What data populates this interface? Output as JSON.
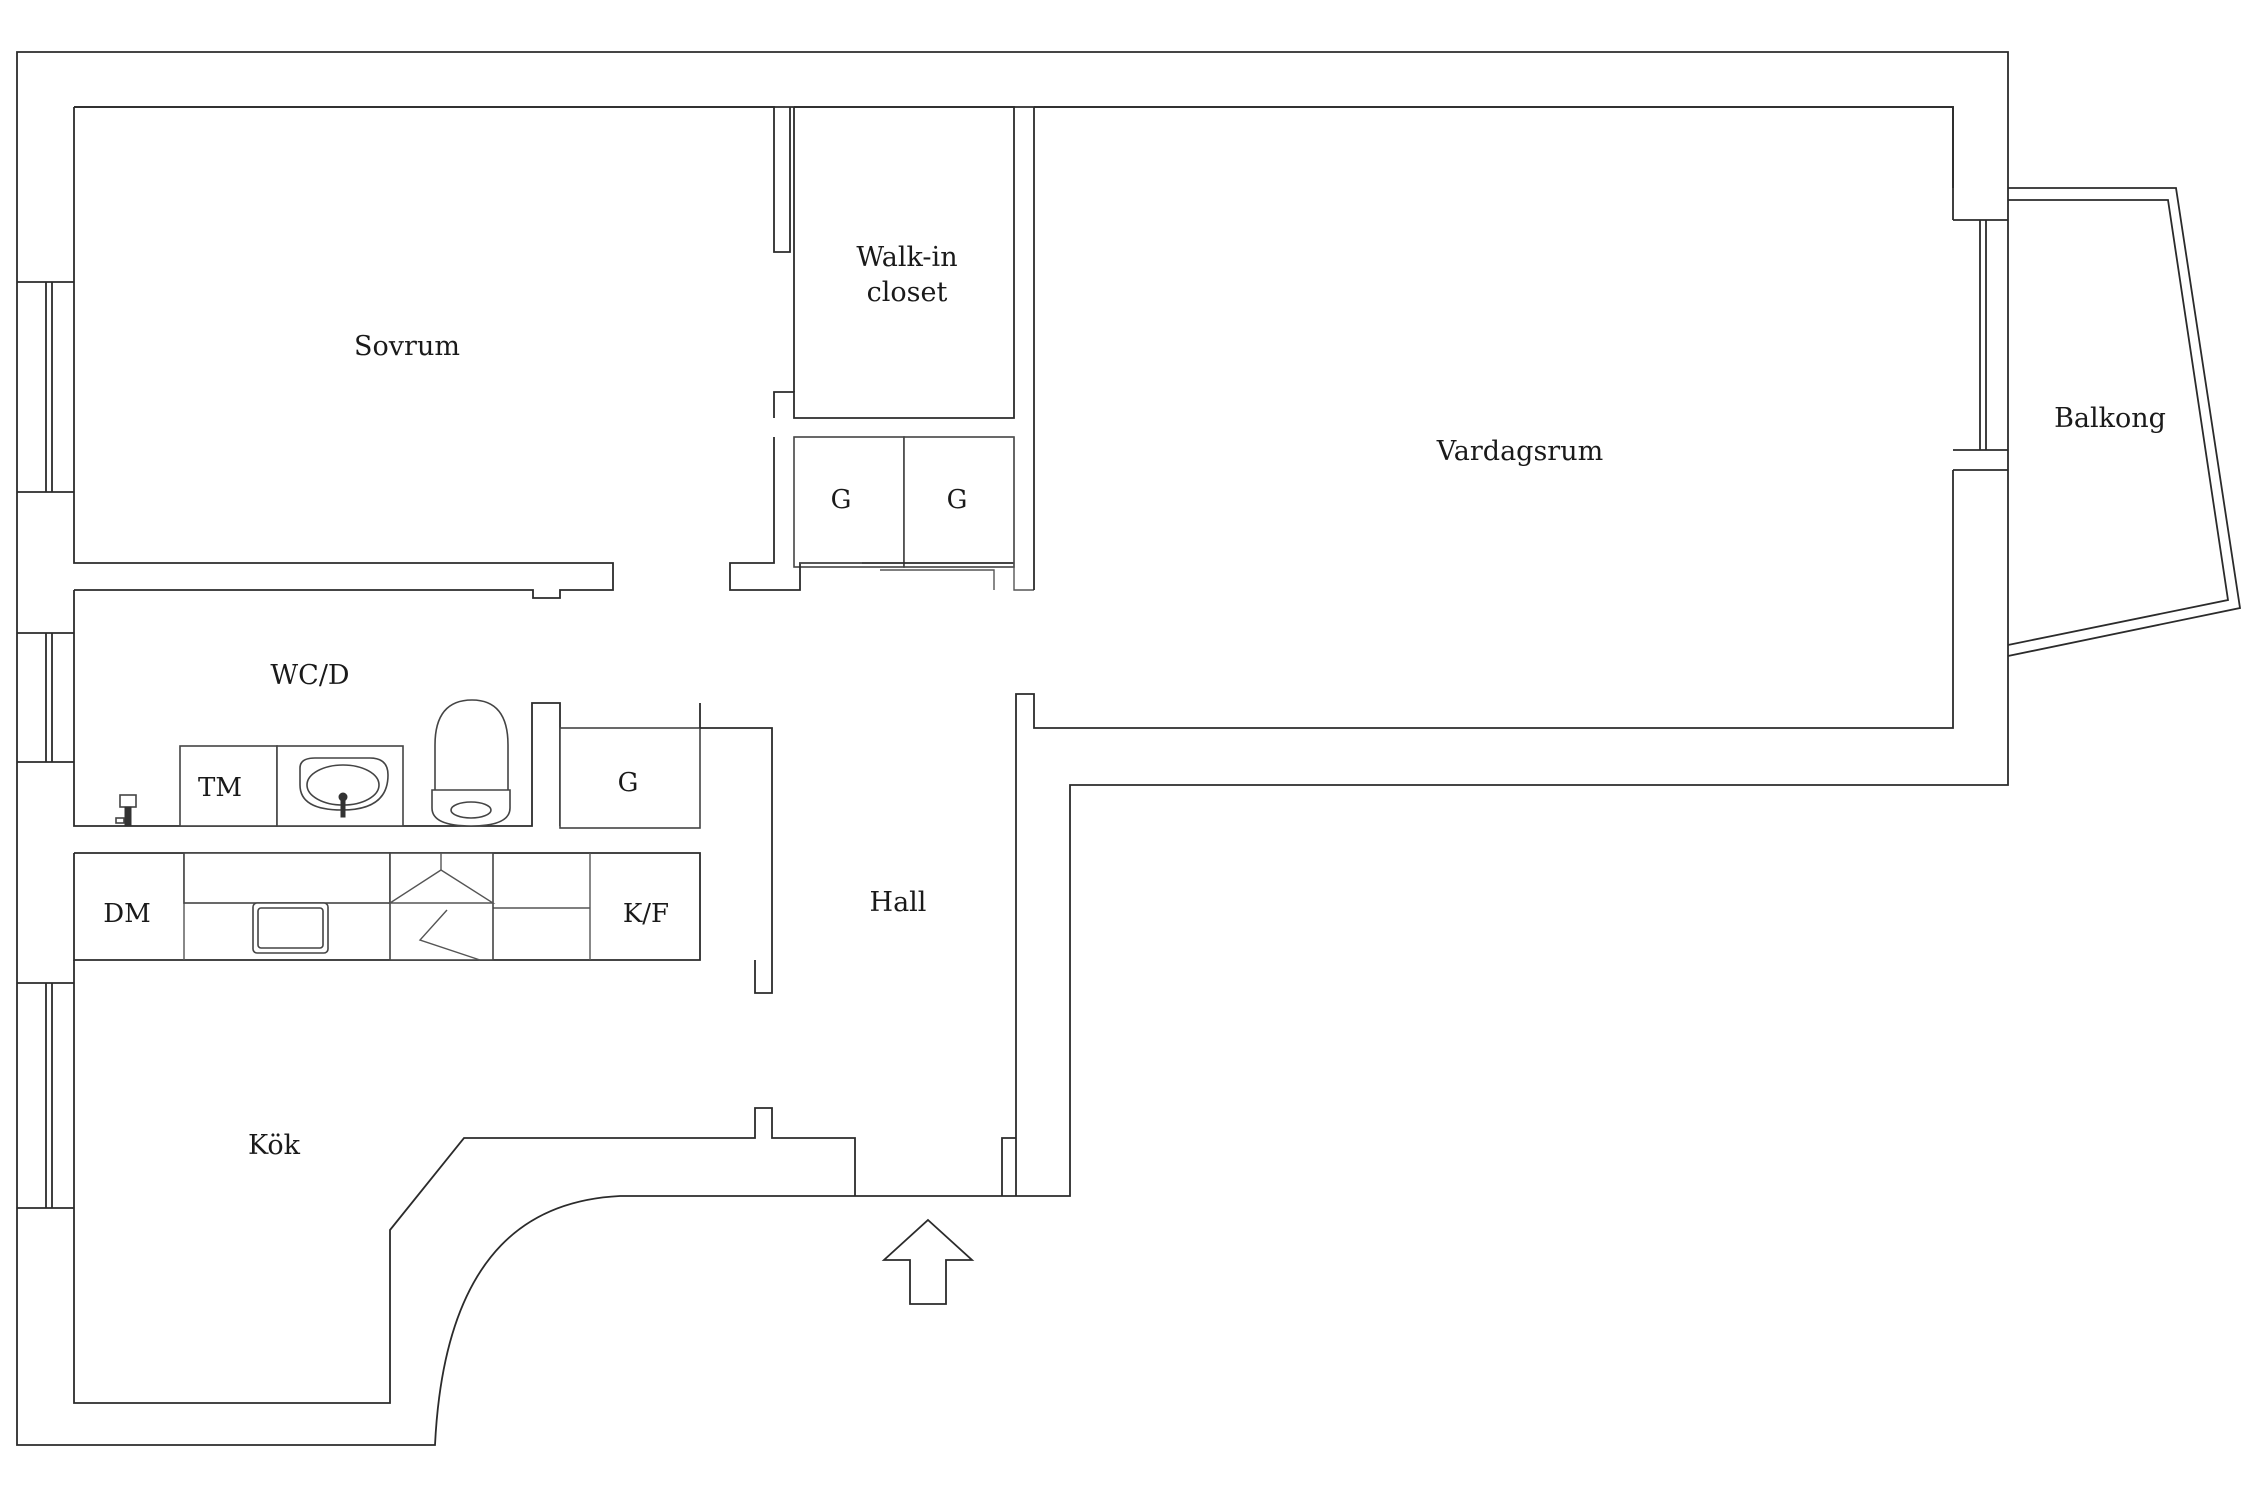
{
  "rooms": {
    "sovrum": "Sovrum",
    "walk_in_closet_line1": "Walk-in",
    "walk_in_closet_line2": "closet",
    "vardagsrum": "Vardagsrum",
    "balkong": "Balkong",
    "wc_d": "WC/D",
    "hall": "Hall",
    "kok": "Kök"
  },
  "fixtures": {
    "closet_g_left": "G",
    "closet_g_right": "G",
    "hall_g": "G",
    "tm": "TM",
    "dm": "DM",
    "kf": "K/F"
  },
  "icons": {
    "entrance": "entrance-arrow-icon",
    "sink": "washbasin-icon",
    "toilet": "toilet-icon",
    "faucet": "faucet-icon",
    "kitchen_sink": "kitchen-sink-icon",
    "stove": "stove-icon"
  },
  "colors": {
    "line": "#2b2b2b",
    "background": "#ffffff"
  }
}
